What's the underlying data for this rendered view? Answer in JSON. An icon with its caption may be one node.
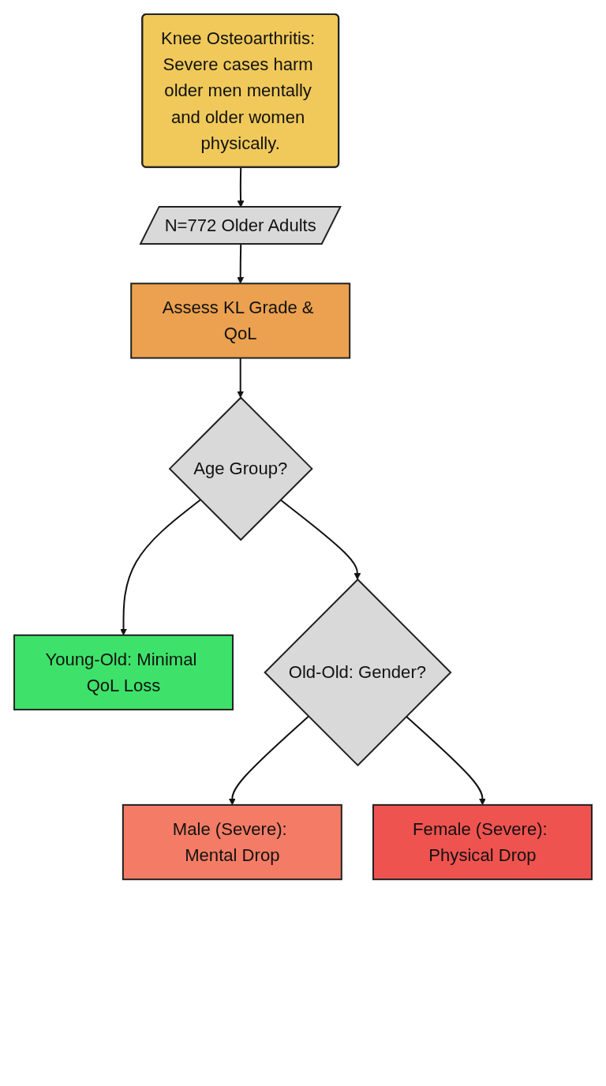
{
  "diagram": {
    "nodes": [
      {
        "text": [
          "Knee Osteoarthritis: Severe cases harm older men mentally and older women physically."
        ]
      },
      {
        "text": [
          "N=772 Older Adults"
        ]
      },
      {
        "text": [
          "Assess KL Grade & QoL"
        ]
      },
      {
        "text": [
          "Age Group?"
        ]
      },
      {
        "text": [
          "Young-Old: Minimal QoL Loss"
        ]
      },
      {
        "text": [
          "Old-Old: Gender?"
        ]
      },
      {
        "text": [
          "Male (Severe): Mental Drop"
        ]
      },
      {
        "text": [
          "Female (Severe): Physical Drop"
        ]
      }
    ],
    "edges": [
      {
        "from": 0,
        "to": 1,
        "arrow": "to"
      },
      {
        "from": 1,
        "to": 2,
        "arrow": "to"
      },
      {
        "from": 2,
        "to": 3,
        "arrow": "to"
      },
      {
        "from": 3,
        "to": 4,
        "arrow": "to"
      },
      {
        "from": 3,
        "to": 5,
        "arrow": "to"
      },
      {
        "from": 5,
        "to": 6,
        "arrow": "to"
      },
      {
        "from": 5,
        "to": 7,
        "arrow": "to"
      }
    ]
  }
}
